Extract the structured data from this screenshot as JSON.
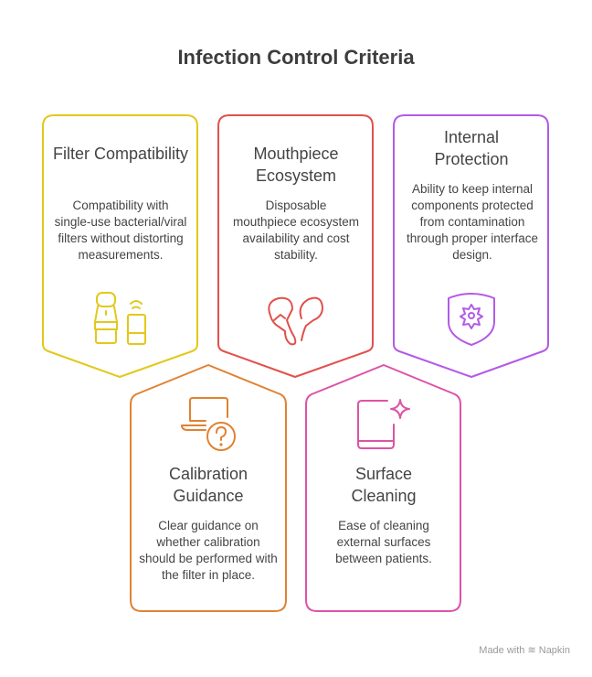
{
  "title": "Infection Control Criteria",
  "cards": [
    {
      "title": "Filter Compatibility",
      "description": "Compatibility with single-use bacterial/viral filters without distorting measurements.",
      "icon": "filter-device-icon",
      "color": "#e2c91a"
    },
    {
      "title": "Mouthpiece Ecosystem",
      "description": "Disposable mouthpiece ecosystem availability and cost stability.",
      "icon": "mouthpiece-icon",
      "color": "#e2504c"
    },
    {
      "title": "Internal Protection",
      "description": "Ability to keep internal components protected from contamination through proper interface design.",
      "icon": "shield-gear-icon",
      "color": "#b35ae6"
    },
    {
      "title": "Calibration Guidance",
      "description": "Clear guidance on whether calibration should be performed with the filter in place.",
      "icon": "laptop-question-icon",
      "color": "#e08232"
    },
    {
      "title": "Surface Cleaning",
      "description": "Ease of cleaning external surfaces between patients.",
      "icon": "tablet-sparkle-icon",
      "color": "#de52a8"
    }
  ],
  "footer": "Made with ≋ Napkin"
}
